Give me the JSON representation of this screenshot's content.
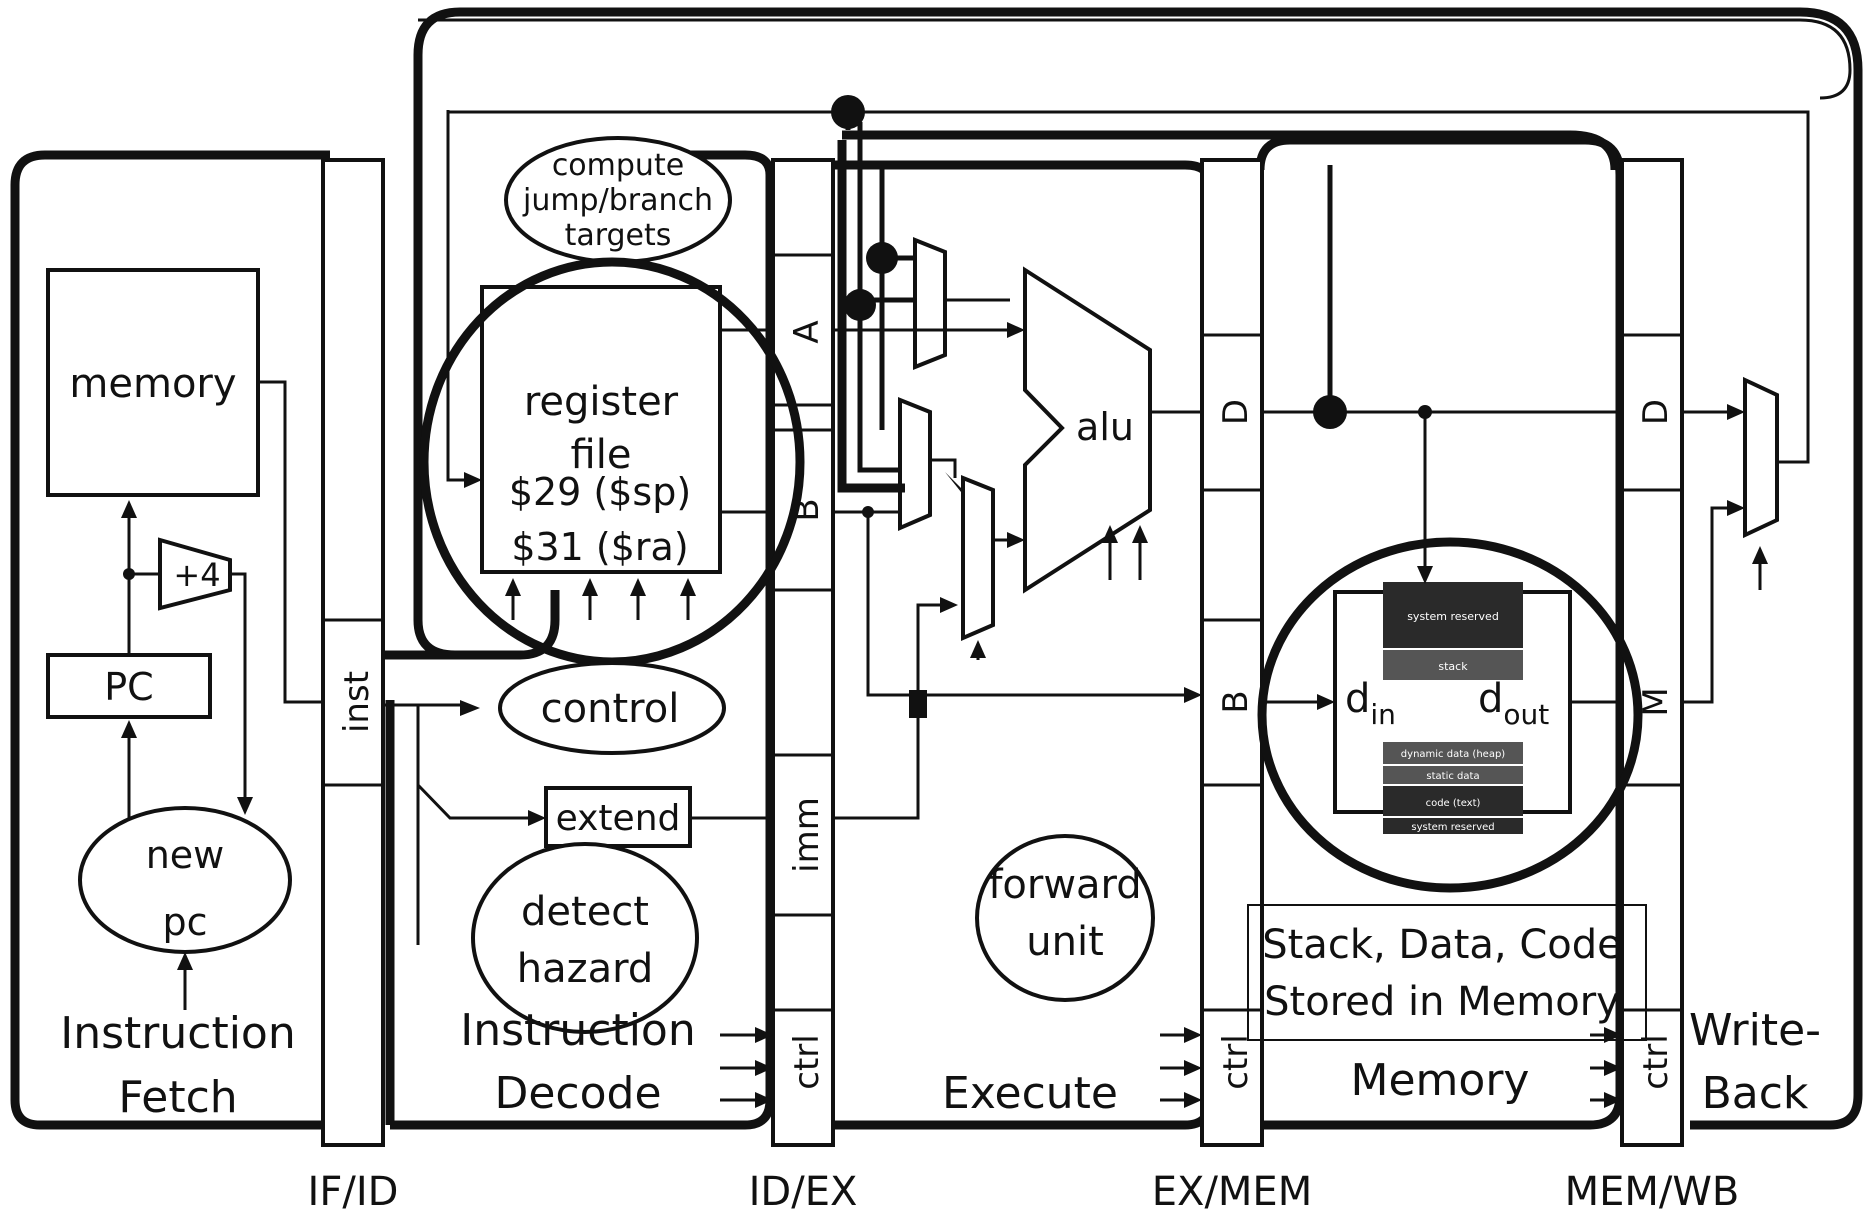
{
  "stages": {
    "fetch": "Instruction\nFetch",
    "decode": "Instruction\nDecode",
    "execute": "Execute",
    "memory": "Memory",
    "writeback": "Write-\nBack"
  },
  "pipeline_registers": [
    "IF/ID",
    "ID/EX",
    "EX/MEM",
    "MEM/WB"
  ],
  "register_fields": {
    "ifid_inst": "inst",
    "idex_a": "A",
    "idex_b": "B",
    "idex_imm": "imm",
    "idex_ctrl": "ctrl",
    "exmem_d": "D",
    "exmem_b": "B",
    "exmem_ctrl": "ctrl",
    "memwb_d": "D",
    "memwb_m": "M",
    "memwb_ctrl": "ctrl"
  },
  "components": {
    "memory": "memory",
    "pc": "PC",
    "plus4": "+4",
    "new_pc": "new\npc",
    "compute_targets": "compute\njump/branch\ntargets",
    "register_file": "register\nfile",
    "reg_sp": "$29 ($sp)",
    "reg_ra": "$31 ($ra)",
    "control": "control",
    "extend": "extend",
    "detect_hazard": "detect\nhazard",
    "alu": "alu",
    "forward_unit": "forward\nunit",
    "d_in": "d",
    "d_in_sub": "in",
    "d_out": "d",
    "d_out_sub": "out"
  },
  "memory_map": [
    "system reserved",
    "stack",
    "dynamic data (heap)",
    "static data",
    "code (text)",
    "system reserved"
  ],
  "callout": "Stack, Data, Code\nStored in Memory",
  "colors": {
    "line": "#111111",
    "memory_block": "#2a2a2a",
    "memory_block_light": "#555555"
  }
}
